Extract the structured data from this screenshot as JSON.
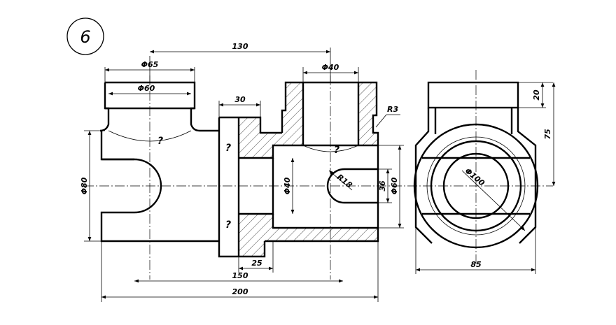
{
  "badge": "6",
  "question_mark": "?",
  "dims": {
    "d130": "130",
    "d65": "Φ65",
    "d40_top": "Φ40",
    "d60_top": "Φ60",
    "d30": "30",
    "r3": "R3",
    "d80": "Φ80",
    "d40_mid": "Φ40",
    "r18": "R18",
    "d36": "36",
    "d60_right": "Φ60",
    "d25": "25",
    "d150": "150",
    "d200": "200",
    "d20": "20",
    "d75": "75",
    "d100": "Φ100",
    "d85": "85"
  }
}
